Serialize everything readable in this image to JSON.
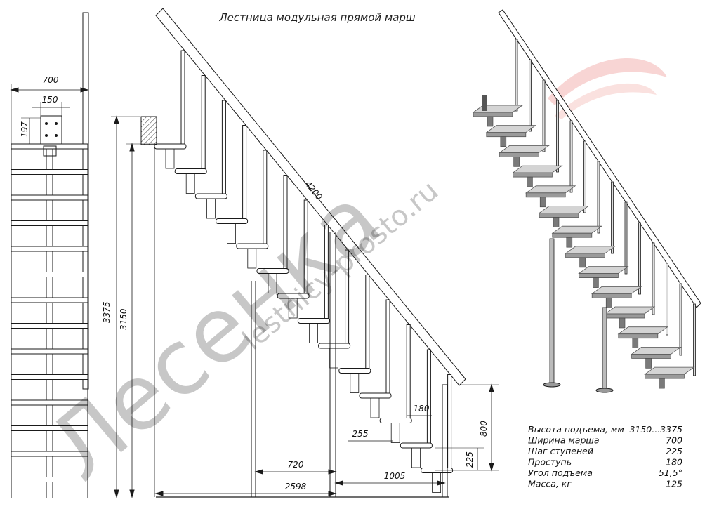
{
  "title": "Лестница модульная прямой марш",
  "dimensions": {
    "top_width": "700",
    "module_width": "150",
    "module_height": "197",
    "height_total": "3375",
    "height_floor": "3150",
    "diagonal": "4200",
    "opening": "720",
    "length": "2598",
    "bottom_len": "1005",
    "tread_depth": "180",
    "step": "255",
    "rail_height": "800",
    "step_height": "225"
  },
  "specs": [
    {
      "label": "Высота подъема, мм",
      "value": "3150...3375"
    },
    {
      "label": "Ширина марша",
      "value": "700"
    },
    {
      "label": "Шаг ступеней",
      "value": "225"
    },
    {
      "label": "Проступь",
      "value": "180"
    },
    {
      "label": "Угол подъема",
      "value": "51,5°"
    },
    {
      "label": "Масса, кг",
      "value": "125"
    }
  ],
  "watermark": {
    "brand": "Лесенка",
    "url": "lestnicy-prosto.ru"
  },
  "colors": {
    "line": "#1a1a1a",
    "tread": "#c9c9c9",
    "tread_edge": "#8a8a8a",
    "watermark_red": "#f3b3b0"
  }
}
